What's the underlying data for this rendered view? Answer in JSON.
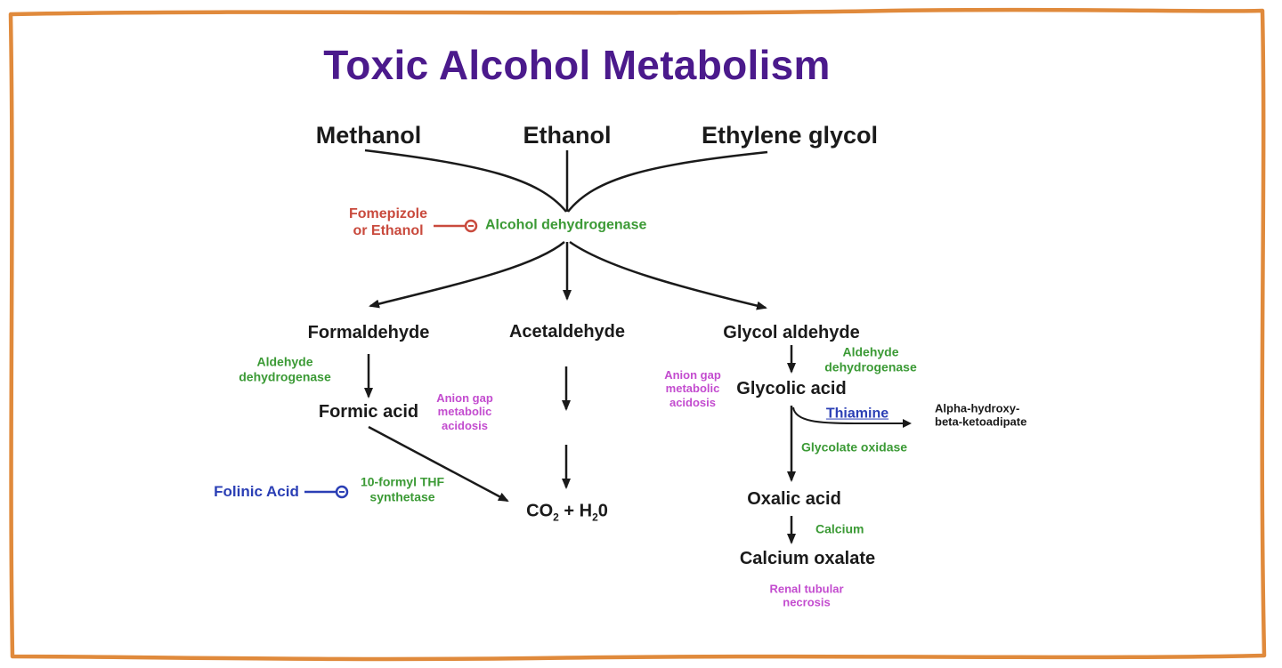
{
  "title": "Toxic Alcohol Metabolism",
  "colors": {
    "frame": "#e08a3c",
    "title": "#4b1a8c",
    "enzyme": "#3b9a35",
    "condition": "#c34ccf",
    "antidote": "#c94a3d",
    "inhibitor": "#2b3fb5",
    "line": "#1a1a1a"
  },
  "substrates": {
    "methanol": "Methanol",
    "ethanol": "Ethanol",
    "ethylene_glycol": "Ethylene glycol"
  },
  "central_enzyme": "Alcohol dehydrogenase",
  "antidote": {
    "line1": "Fomepizole",
    "line2": "or Ethanol"
  },
  "methanol_path": {
    "intermediate": "Formaldehyde",
    "enzyme_line1": "Aldehyde",
    "enzyme_line2": "dehydrogenase",
    "product": "Formic acid",
    "condition_line1": "Anion gap",
    "condition_line2": "metabolic",
    "condition_line3": "acidosis",
    "enzyme2_line1": "10-formyl THF",
    "enzyme2_line2": "synthetase",
    "inhibitor": "Folinic Acid"
  },
  "ethanol_path": {
    "intermediate": "Acetaldehyde",
    "end_product": "CO",
    "end_sub1": "2",
    "end_mid": " + H",
    "end_sub2": "2",
    "end_tail": "0"
  },
  "glycol_path": {
    "intermediate": "Glycol aldehyde",
    "enzyme_line1": "Aldehyde",
    "enzyme_line2": "dehydrogenase",
    "condition_line1": "Anion gap",
    "condition_line2": "metabolic",
    "condition_line3": "acidosis",
    "product": "Glycolic acid",
    "cofactor": "Thiamine",
    "side_product_line1": "Alpha-hydroxy-",
    "side_product_line2": "beta-ketoadipate",
    "enzyme2": "Glycolate oxidase",
    "product2": "Oxalic acid",
    "cofactor2": "Calcium",
    "product3": "Calcium oxalate",
    "condition2_line1": "Renal tubular",
    "condition2_line2": "necrosis"
  }
}
